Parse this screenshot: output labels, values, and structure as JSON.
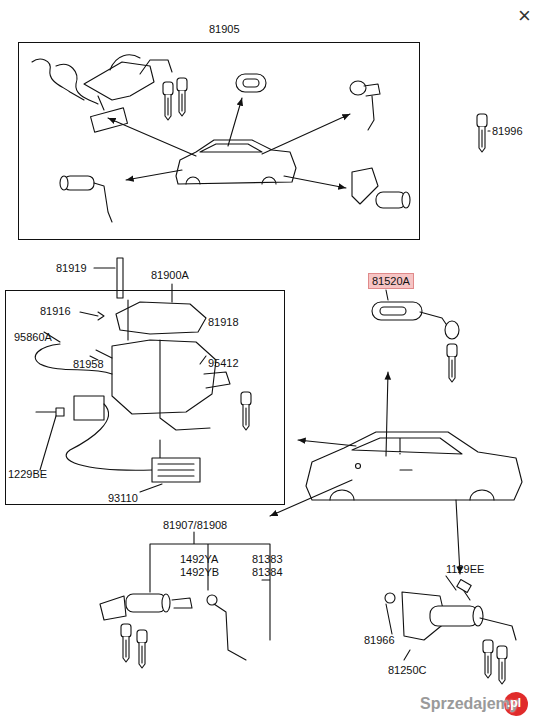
{
  "diagram": {
    "nodes": [
      {
        "text": [
          "81905"
        ]
      },
      {
        "text": [
          "81900A"
        ]
      },
      {
        "text": [
          "81520A"
        ]
      }
    ],
    "labels": [
      "×",
      "81996",
      "81919",
      "81916",
      "81918",
      "95860A",
      "81958",
      "95412",
      "1229BE",
      "93110",
      "81907/81908",
      "1492YA",
      "1492YB",
      "81383",
      "81384",
      "1129EE",
      "81966",
      "81250C",
      "Sprzedajemy",
      ".pl"
    ]
  }
}
